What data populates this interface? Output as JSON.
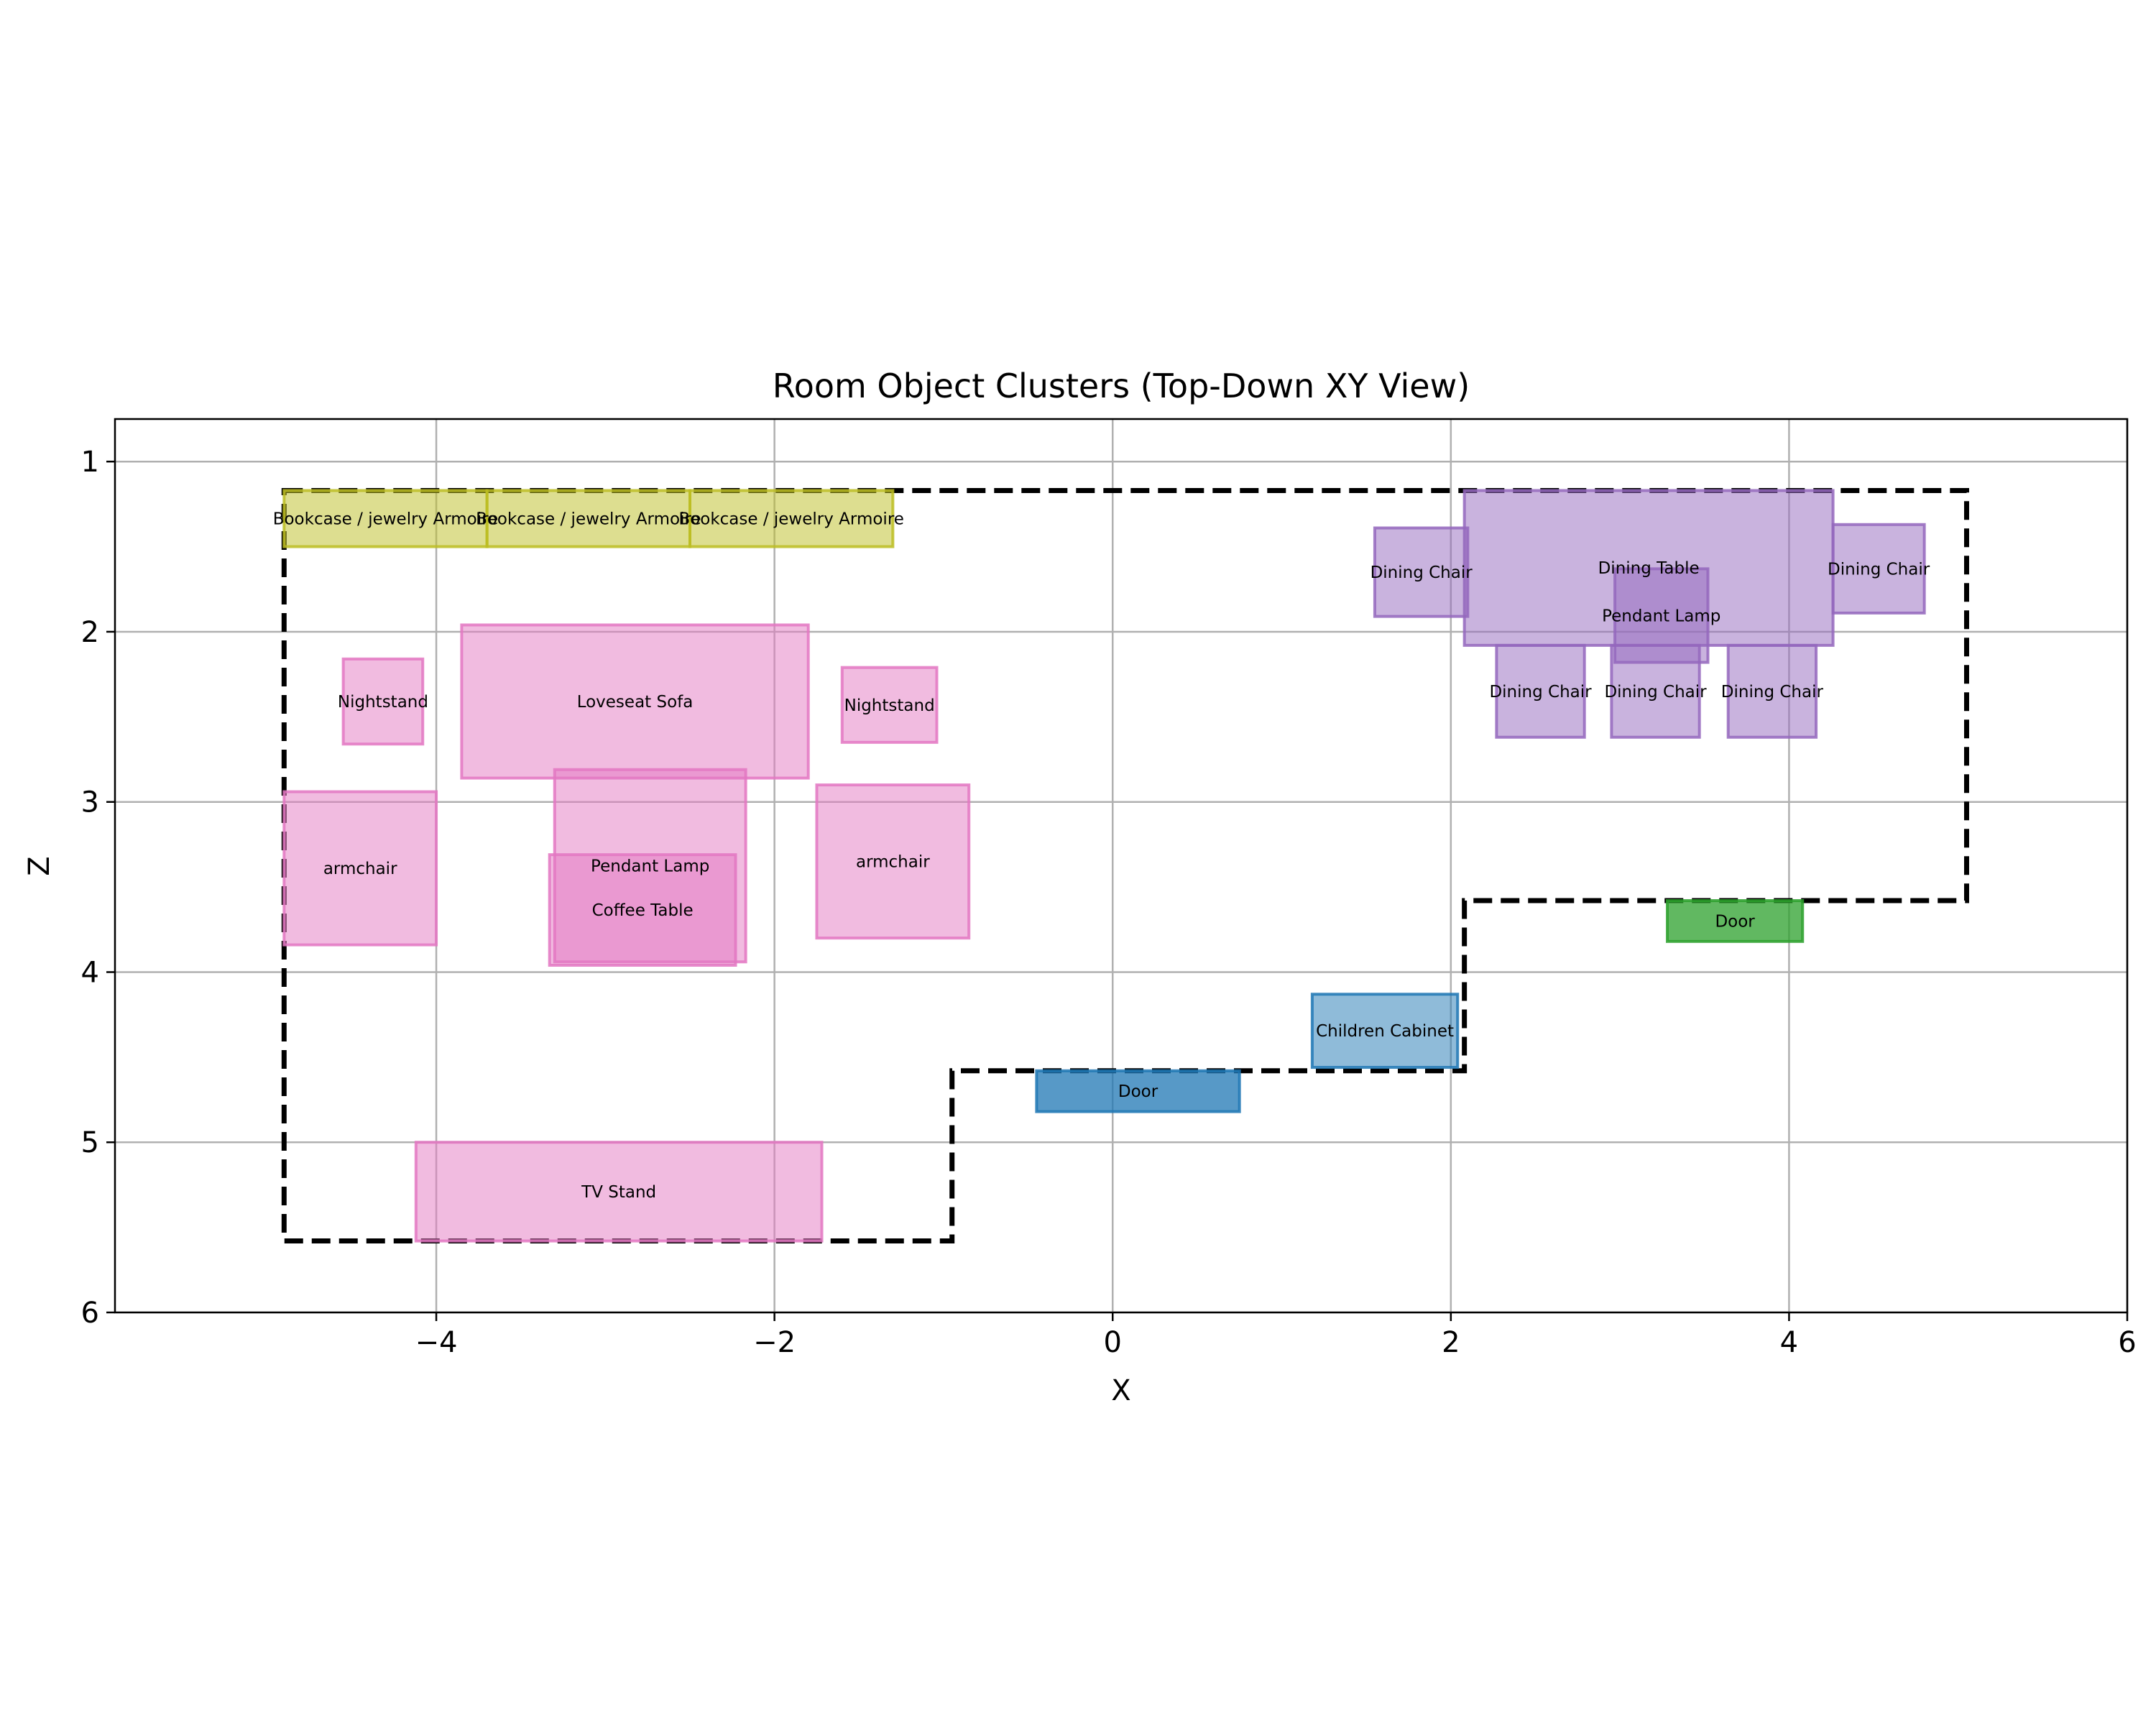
{
  "chart_data": {
    "type": "scatter",
    "title": "Room Object Clusters (Top-Down XY View)",
    "xlabel": "X",
    "ylabel": "Z",
    "xlim": [
      -5.9,
      6.0
    ],
    "ylim": [
      6.0,
      0.75
    ],
    "y_inverted": true,
    "grid": true,
    "xticks": [
      -4,
      -2,
      0,
      2,
      4,
      6
    ],
    "xtick_labels": [
      "−4",
      "−2",
      "0",
      "2",
      "4",
      "6"
    ],
    "yticks": [
      1,
      2,
      3,
      4,
      5,
      6
    ],
    "ytick_labels": [
      "1",
      "2",
      "3",
      "4",
      "5",
      "6"
    ],
    "boundary": {
      "style": "dashed",
      "color": "#000000",
      "points": [
        [
          -4.9,
          1.17
        ],
        [
          5.05,
          1.17
        ],
        [
          5.05,
          3.58
        ],
        [
          2.08,
          3.58
        ],
        [
          2.08,
          4.58
        ],
        [
          -0.95,
          4.58
        ],
        [
          -0.95,
          5.58
        ],
        [
          -4.9,
          5.58
        ]
      ]
    },
    "colors": {
      "pink": "#e377c2",
      "olive": "#bcbd22",
      "purple": "#9467bd",
      "blue": "#1f77b4",
      "light_blue": "#1f77b4",
      "green": "#2ca02c"
    },
    "objects": [
      {
        "label": "Bookcase / jewelry Armoire",
        "x": [
          -4.9,
          -3.7
        ],
        "z": [
          1.17,
          1.5
        ],
        "color": "olive",
        "alpha": 0.5
      },
      {
        "label": "Bookcase / jewelry Armoire",
        "x": [
          -3.7,
          -2.5
        ],
        "z": [
          1.17,
          1.5
        ],
        "color": "olive",
        "alpha": 0.5
      },
      {
        "label": "Bookcase / jewelry Armoire",
        "x": [
          -2.5,
          -1.3
        ],
        "z": [
          1.17,
          1.5
        ],
        "color": "olive",
        "alpha": 0.5
      },
      {
        "label": "Nightstand",
        "x": [
          -4.55,
          -4.08
        ],
        "z": [
          2.16,
          2.66
        ],
        "color": "pink",
        "alpha": 0.5
      },
      {
        "label": "Loveseat Sofa",
        "x": [
          -3.85,
          -1.8
        ],
        "z": [
          1.96,
          2.86
        ],
        "color": "pink",
        "alpha": 0.5
      },
      {
        "label": "Nightstand",
        "x": [
          -1.6,
          -1.04
        ],
        "z": [
          2.21,
          2.65
        ],
        "color": "pink",
        "alpha": 0.5
      },
      {
        "label": "armchair",
        "x": [
          -4.9,
          -4.0
        ],
        "z": [
          2.94,
          3.84
        ],
        "color": "pink",
        "alpha": 0.5
      },
      {
        "label": "Pendant Lamp",
        "x": [
          -3.3,
          -2.17
        ],
        "z": [
          2.81,
          3.94
        ],
        "color": "pink",
        "alpha": 0.5
      },
      {
        "label": "Coffee Table",
        "x": [
          -3.33,
          -2.23
        ],
        "z": [
          3.31,
          3.96
        ],
        "color": "pink",
        "alpha": 0.5
      },
      {
        "label": "armchair",
        "x": [
          -1.75,
          -0.85
        ],
        "z": [
          2.9,
          3.8
        ],
        "color": "pink",
        "alpha": 0.5
      },
      {
        "label": "TV Stand",
        "x": [
          -4.12,
          -1.72
        ],
        "z": [
          5.0,
          5.58
        ],
        "color": "pink",
        "alpha": 0.5
      },
      {
        "label": "Dining Chair",
        "x": [
          1.55,
          2.1
        ],
        "z": [
          1.39,
          1.91
        ],
        "color": "purple",
        "alpha": 0.5
      },
      {
        "label": "Dining Table",
        "x": [
          2.08,
          4.26
        ],
        "z": [
          1.17,
          2.08
        ],
        "color": "purple",
        "alpha": 0.5
      },
      {
        "label": "Pendant Lamp",
        "x": [
          2.97,
          3.52
        ],
        "z": [
          1.63,
          2.18
        ],
        "color": "purple",
        "alpha": 0.5
      },
      {
        "label": "Dining Chair",
        "x": [
          4.26,
          4.8
        ],
        "z": [
          1.37,
          1.89
        ],
        "color": "purple",
        "alpha": 0.5
      },
      {
        "label": "Dining Chair",
        "x": [
          2.27,
          2.79
        ],
        "z": [
          2.08,
          2.62
        ],
        "color": "purple",
        "alpha": 0.5
      },
      {
        "label": "Dining Chair",
        "x": [
          2.95,
          3.47
        ],
        "z": [
          2.08,
          2.62
        ],
        "color": "purple",
        "alpha": 0.5
      },
      {
        "label": "Dining Chair",
        "x": [
          3.64,
          4.16
        ],
        "z": [
          2.08,
          2.62
        ],
        "color": "purple",
        "alpha": 0.5
      },
      {
        "label": "Door",
        "x": [
          3.28,
          4.08
        ],
        "z": [
          3.58,
          3.82
        ],
        "color": "green",
        "alpha": 0.75
      },
      {
        "label": "Children Cabinet",
        "x": [
          1.18,
          2.04
        ],
        "z": [
          4.13,
          4.56
        ],
        "color": "light_blue",
        "alpha": 0.5
      },
      {
        "label": "Door",
        "x": [
          -0.45,
          0.75
        ],
        "z": [
          4.58,
          4.82
        ],
        "color": "blue",
        "alpha": 0.75
      }
    ]
  }
}
